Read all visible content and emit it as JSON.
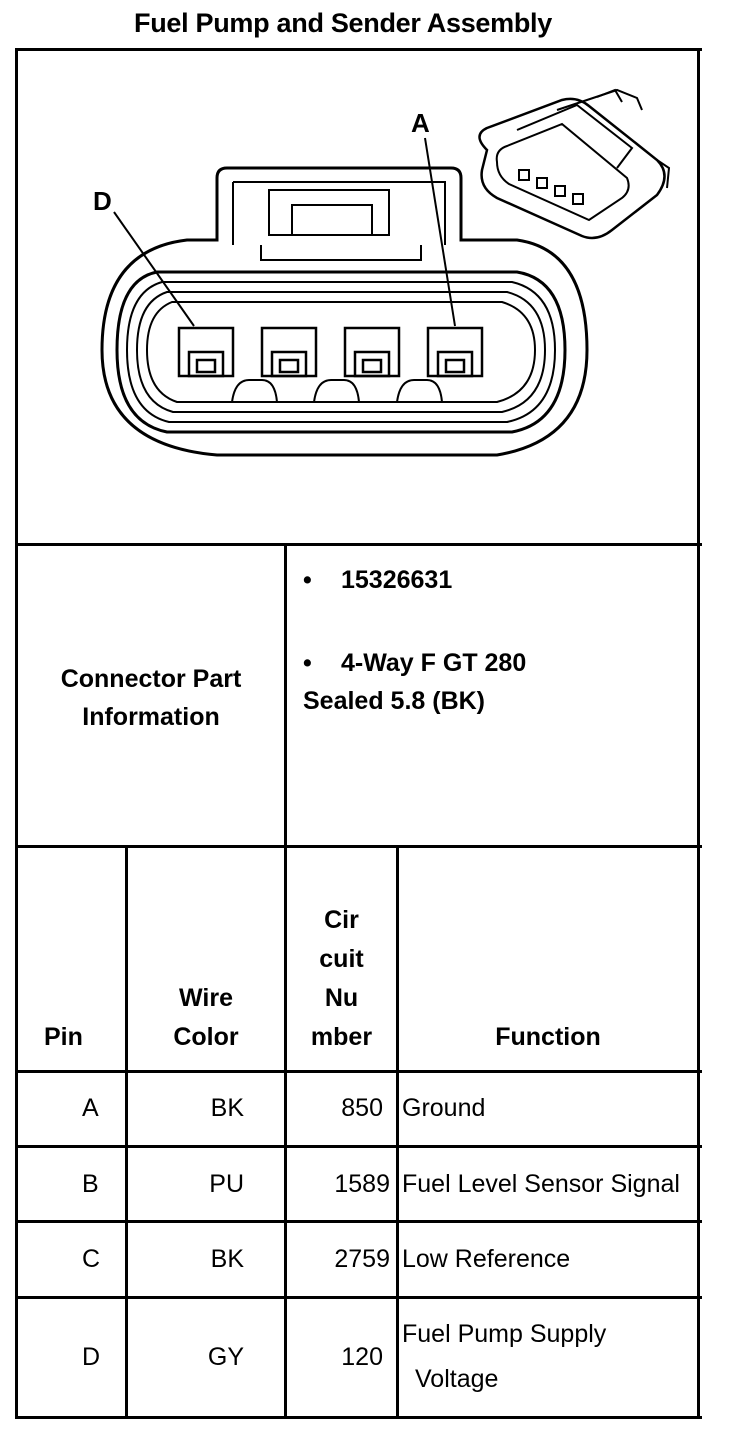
{
  "title": "Fuel Pump and Sender Assembly",
  "figure": {
    "label_a": "A",
    "label_d": "D"
  },
  "connector_info": {
    "label_line1": "Connector Part",
    "label_line2": "Information",
    "items": [
      {
        "bullet": "•",
        "text": "15326631"
      },
      {
        "bullet": "•",
        "text": "4-Way F GT 280",
        "continuation": "Sealed 5.8 (BK)"
      }
    ]
  },
  "table": {
    "headers": {
      "pin": "Pin",
      "wire_color_1": "Wire",
      "wire_color_2": "Color",
      "circuit_1": "Cir",
      "circuit_2": "cuit",
      "circuit_3": "Nu",
      "circuit_4": "mber",
      "function": "Function"
    },
    "rows": [
      {
        "pin": "A",
        "color": "BK",
        "circuit": "850",
        "function": "Ground"
      },
      {
        "pin": "B",
        "color": "PU",
        "circuit": "1589",
        "function": "Fuel Level Sensor Signal"
      },
      {
        "pin": "C",
        "color": "BK",
        "circuit": "2759",
        "function": "Low Reference"
      },
      {
        "pin": "D",
        "color": "GY",
        "circuit": "120",
        "function": "Fuel Pump Supply",
        "function_line2": "Voltage"
      }
    ]
  }
}
